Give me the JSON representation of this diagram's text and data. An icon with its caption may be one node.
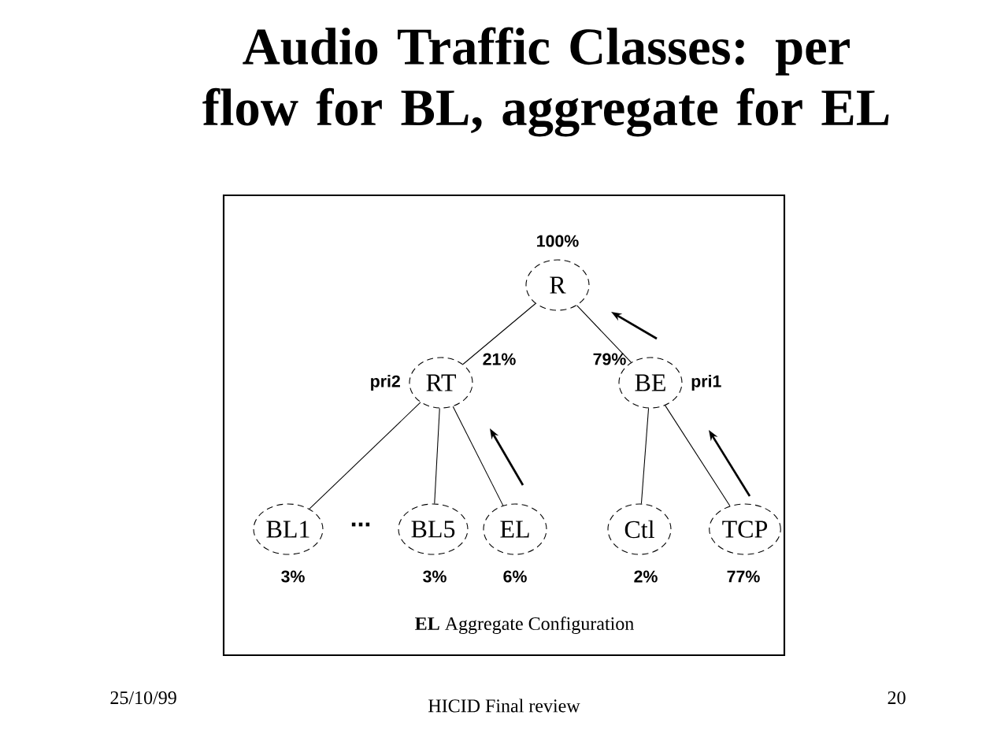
{
  "diagram": {
    "title": "Audio Traffic Classes: per flow for BL, aggregate for EL",
    "caption": "**EL** Aggregate Configuration",
    "nodes": [
      {
        "text": [
          "R"
        ],
        "beside": [
          "100%"
        ]
      },
      {
        "text": [
          "RT"
        ],
        "beside": [
          "pri2",
          "21%"
        ]
      },
      {
        "text": [
          "BE"
        ],
        "beside": [
          "79%",
          "pri1"
        ]
      },
      {
        "text": [
          "BL1"
        ],
        "beside": [
          "3%"
        ]
      },
      {
        "text": [
          "BL5"
        ],
        "beside": [
          "3%"
        ]
      },
      {
        "text": [
          "EL"
        ],
        "beside": [
          "6%"
        ]
      },
      {
        "text": [
          "Ctl"
        ],
        "beside": [
          "2%"
        ]
      },
      {
        "text": [
          "TCP"
        ],
        "beside": [
          "77%"
        ]
      }
    ],
    "edges": [
      {
        "from": 0,
        "to": 1,
        "arrow": "none"
      },
      {
        "from": 0,
        "to": 2,
        "arrow": "none"
      },
      {
        "from": 1,
        "to": 3,
        "arrow": "none"
      },
      {
        "from": 1,
        "to": 4,
        "arrow": "none"
      },
      {
        "from": 1,
        "to": 5,
        "arrow": "none"
      },
      {
        "from": 2,
        "to": 6,
        "arrow": "none"
      },
      {
        "from": 2,
        "to": 7,
        "arrow": "none"
      }
    ],
    "labels": [
      "...",
      "25/10/99",
      "HICID Final review",
      "20"
    ]
  }
}
